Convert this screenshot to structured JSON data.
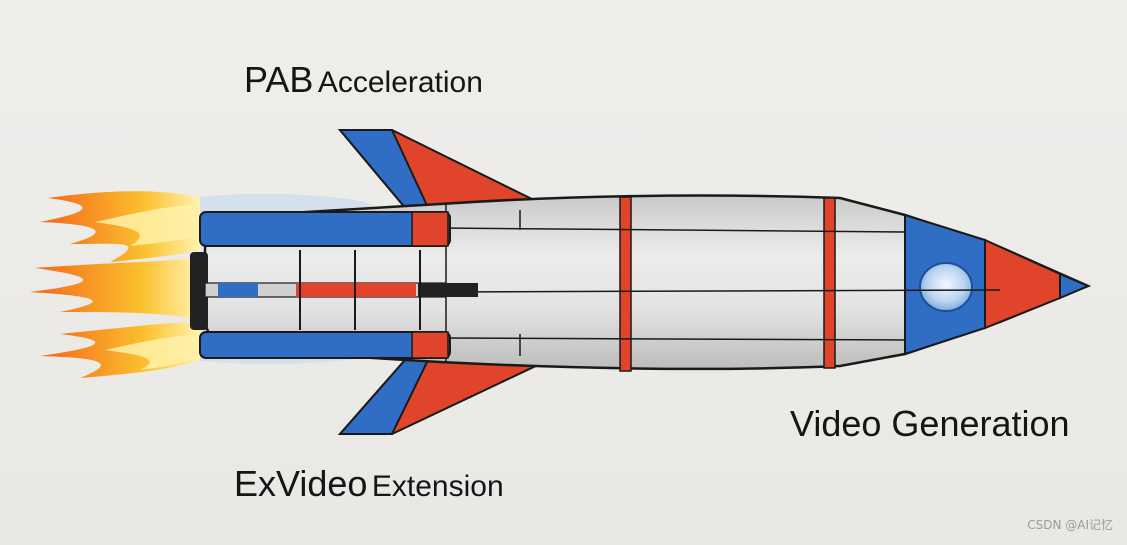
{
  "labels": {
    "pab_main": "PAB",
    "pab_sub": "Acceleration",
    "exvideo_main": "ExVideo",
    "exvideo_sub": "Extension",
    "video_generation": "Video Generation"
  },
  "watermark": "CSDN @AI记忆",
  "colors": {
    "body": "#d9d9d9",
    "red": "#e0452b",
    "blue": "#2f6ec4",
    "flame_outer": "#f3641d",
    "flame_inner": "#fbc02d",
    "outline": "#1a1a1a"
  }
}
